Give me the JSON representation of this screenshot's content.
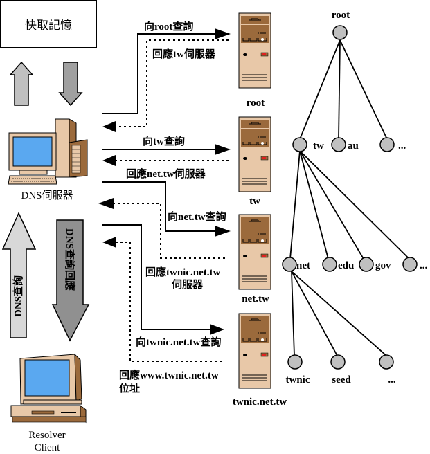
{
  "cache_box": {
    "label": "快取記憶"
  },
  "dns_server": {
    "label": "DNS伺服器"
  },
  "resolver": {
    "line1": "Resolver",
    "line2": "Client"
  },
  "big_arrows": {
    "up_label": "DNS查詢",
    "down_label": "DNS查詢回應"
  },
  "flows": [
    {
      "type": "query",
      "label": "向root查詢"
    },
    {
      "type": "reply",
      "label": "回應tw伺服器"
    },
    {
      "type": "query",
      "label": "向tw查詢"
    },
    {
      "type": "reply",
      "label": "回應net.tw伺服器"
    },
    {
      "type": "query",
      "label": "向net.tw查詢"
    },
    {
      "type": "reply",
      "label_line1": "回應twnic.net.tw",
      "label_line2": "伺服器"
    },
    {
      "type": "query",
      "label": "向twnic.net.tw查詢"
    },
    {
      "type": "reply",
      "label_line1": "回應www.twnic.net.tw",
      "label_line2": "位址"
    }
  ],
  "servers": [
    {
      "name": "root"
    },
    {
      "name": "tw"
    },
    {
      "name": "net.tw"
    },
    {
      "name": "twnic.net.tw"
    }
  ],
  "tree": {
    "root": "root",
    "level1": [
      "tw",
      "au",
      "..."
    ],
    "level2": [
      "net",
      "edu",
      "gov",
      "..."
    ],
    "level3": [
      "twnic",
      "seed",
      "..."
    ]
  },
  "colors": {
    "node_fill": "#c0c0c0",
    "server_body": "#e8c8a8",
    "server_panel": "#9b6a3c",
    "screen": "#5aa8f0",
    "arrow_light": "#d8d8d8",
    "arrow_mid": "#a8a8a8",
    "arrow_dark": "#909090"
  }
}
